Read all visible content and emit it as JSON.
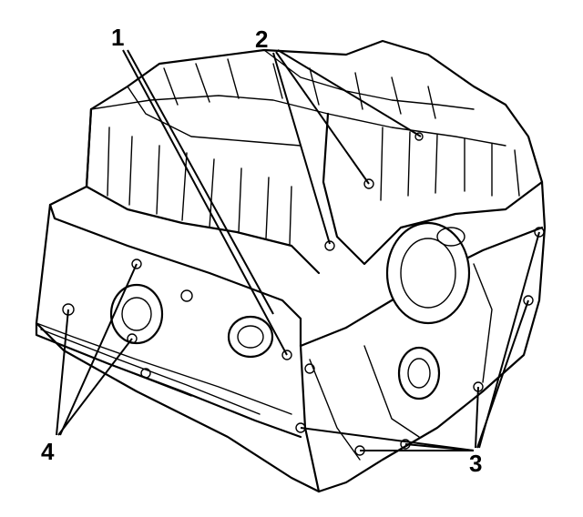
{
  "callouts": [
    {
      "id": "1",
      "label": "1"
    },
    {
      "id": "2",
      "label": "2"
    },
    {
      "id": "3",
      "label": "3"
    },
    {
      "id": "4",
      "label": "4"
    }
  ],
  "ink_color": "#000000",
  "background_color": "#ffffff"
}
